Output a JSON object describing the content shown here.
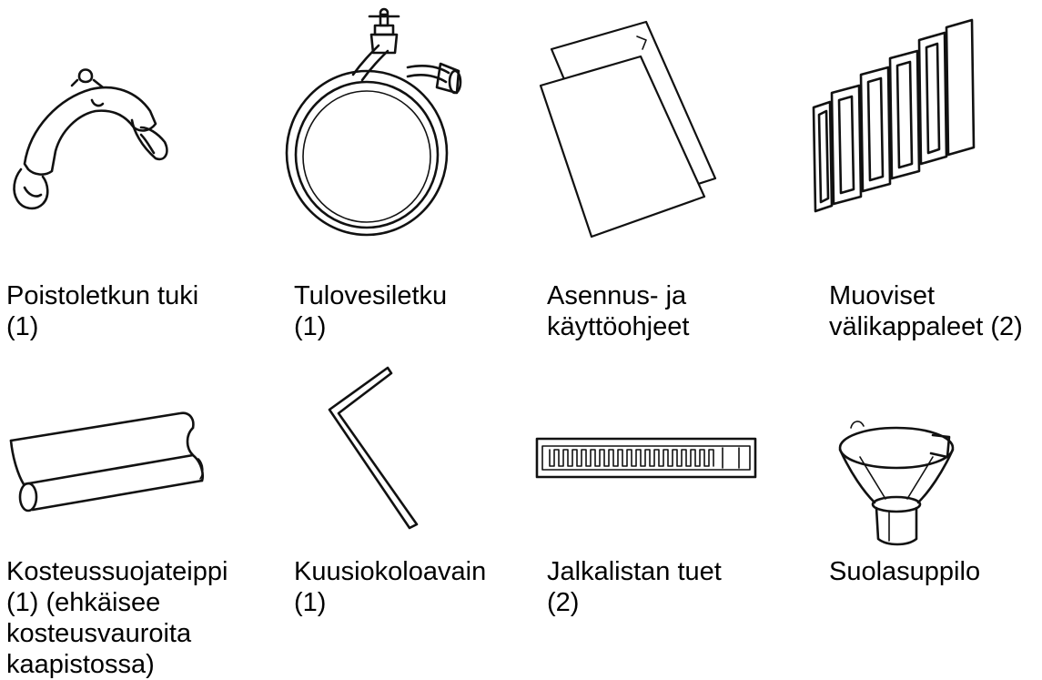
{
  "items": [
    {
      "id": "drain-hose-support",
      "icon": "drain-hose-support-icon",
      "lines": [
        "Poistoletkun tuki",
        "(1)"
      ]
    },
    {
      "id": "inlet-hose",
      "icon": "inlet-hose-icon",
      "lines": [
        "Tulovesiletku",
        "(1)"
      ]
    },
    {
      "id": "manuals",
      "icon": "manual-pages-icon",
      "lines": [
        "Asennus- ja",
        "käyttöohjeet"
      ]
    },
    {
      "id": "plastic-spacers",
      "icon": "plastic-spacers-icon",
      "lines": [
        "Muoviset",
        "välikappaleet (2)"
      ]
    },
    {
      "id": "moisture-tape",
      "icon": "moisture-tape-roll-icon",
      "lines": [
        "Kosteussuojateippi",
        "(1) (ehkäisee",
        "kosteusvauroita",
        "kaapistossa)"
      ]
    },
    {
      "id": "hex-key",
      "icon": "hex-key-icon",
      "lines": [
        "Kuusiokoloavain",
        "(1)"
      ]
    },
    {
      "id": "plinth-supports",
      "icon": "plinth-support-icon",
      "lines": [
        "Jalkalistan tuet",
        "(2)"
      ]
    },
    {
      "id": "salt-funnel",
      "icon": "salt-funnel-icon",
      "lines": [
        "Suolasuppilo"
      ]
    }
  ]
}
